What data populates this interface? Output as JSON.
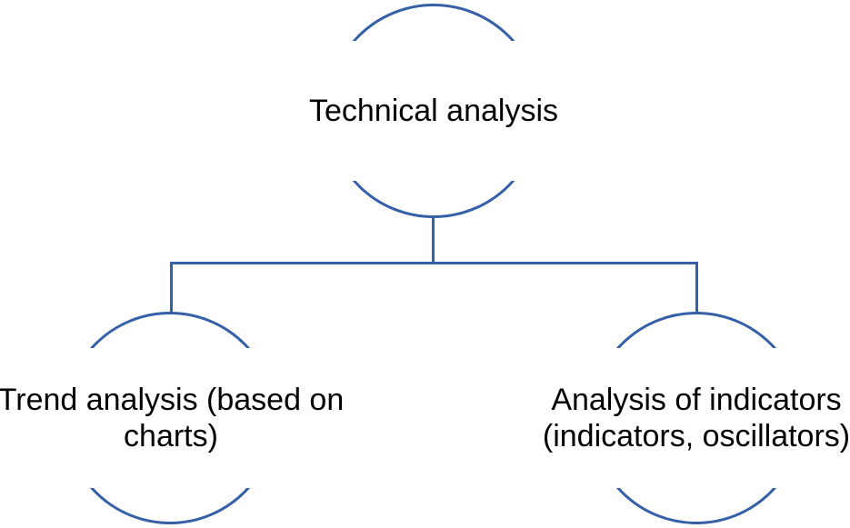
{
  "colors": {
    "accent": "#3560A8",
    "text": "#000000",
    "background": "#FFFFFF"
  },
  "diagram": {
    "type": "hierarchy",
    "root_label": "Technical analysis",
    "child_labels": [
      "Trend analysis (based on charts)",
      "Analysis of indicators (indicators, oscillators)"
    ]
  },
  "nodes": {
    "root": {
      "label": "Technical analysis",
      "lines": [
        "Technical analysis"
      ]
    },
    "left": {
      "label": "Trend analysis (based on charts)",
      "lines": [
        "Trend analysis (based on",
        "charts)"
      ]
    },
    "right": {
      "label": "Analysis of indicators (indicators, oscillators)",
      "lines": [
        "Analysis of indicators",
        "(indicators, oscillators)"
      ]
    }
  }
}
